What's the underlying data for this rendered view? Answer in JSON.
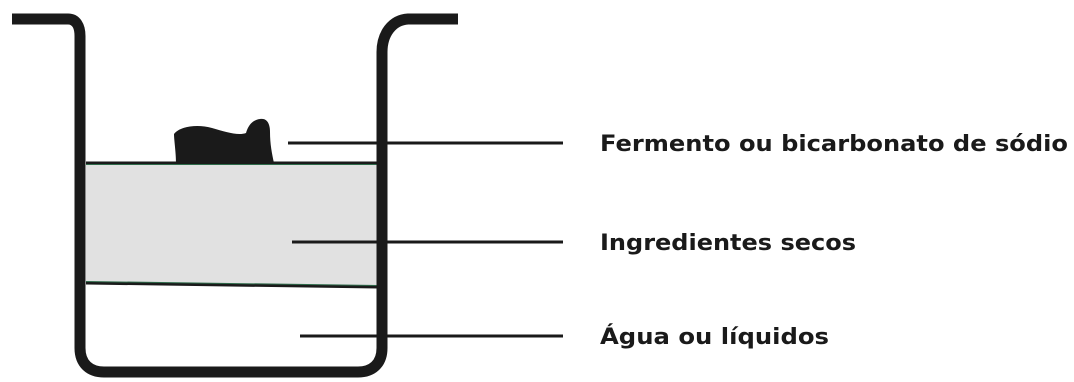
{
  "diagram": {
    "labels": {
      "leavening": "Fermento ou bicarbonato de sódio",
      "dry_ingredients": "Ingredientes secos",
      "liquids": "Água ou líquidos"
    },
    "colors": {
      "outline": "#1a1a1a",
      "dry_layer_fill": "#e1e1e1",
      "layer_edge": "#2e6b4a",
      "leavening_fill": "#1a1a1a"
    }
  }
}
